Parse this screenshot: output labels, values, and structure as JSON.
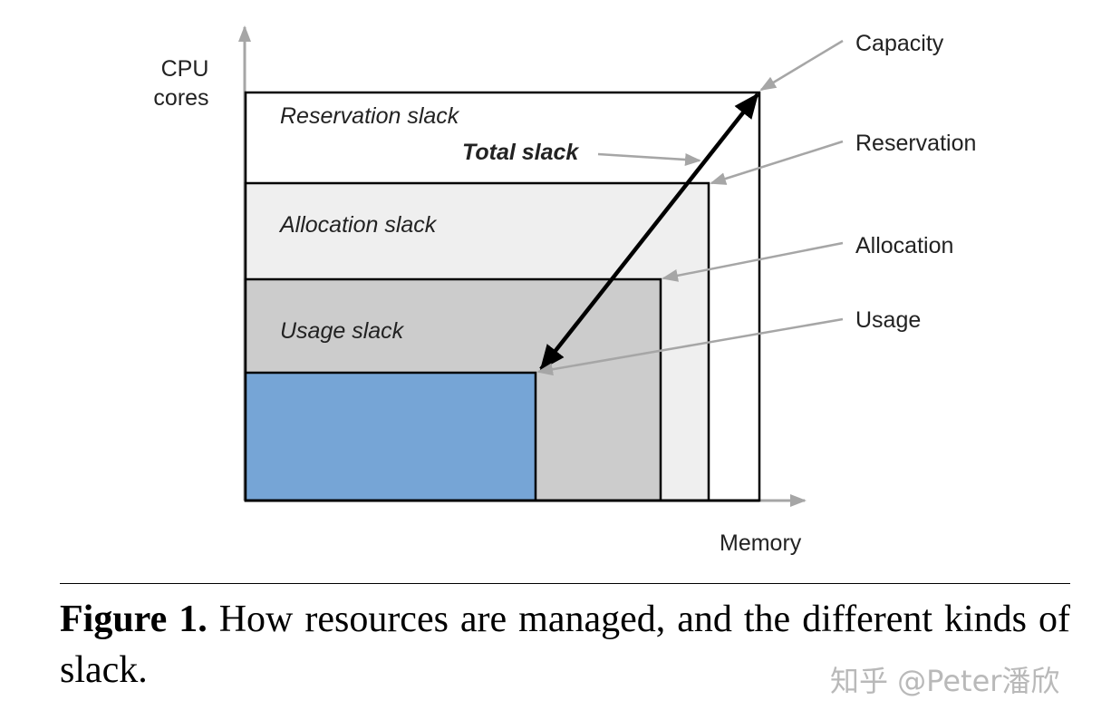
{
  "figure": {
    "axes": {
      "y_label_line1": "CPU",
      "y_label_line2": "cores",
      "x_label": "Memory"
    },
    "regions": {
      "reservation_slack": "Reservation slack",
      "allocation_slack": "Allocation slack",
      "usage_slack": "Usage slack",
      "total_slack": "Total slack"
    },
    "callouts": {
      "capacity": "Capacity",
      "reservation": "Reservation",
      "allocation": "Allocation",
      "usage": "Usage"
    },
    "colors": {
      "capacity_fill": "#ffffff",
      "reservation_fill": "#efefef",
      "allocation_fill": "#cccccc",
      "usage_fill": "#76a5d6",
      "outline": "#000000",
      "axis": "#a6a6a6",
      "callout_arrow": "#a6a6a6"
    }
  },
  "caption": {
    "label": "Figure 1.",
    "text": " How resources are managed, and the different kinds of slack."
  },
  "watermark": "知乎 @Peter潘欣"
}
